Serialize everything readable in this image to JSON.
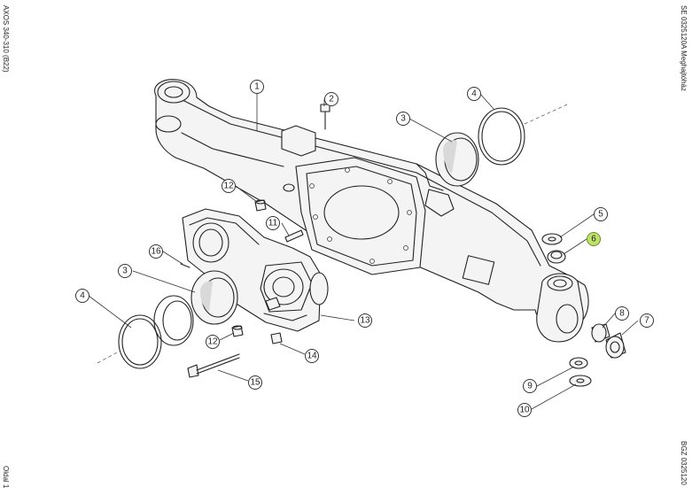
{
  "margin_texts": {
    "top_left": "AXOS 340-310 (B22)",
    "top_right": "SE 0325120A Meghajtóház",
    "bottom_left": "Oldal 1",
    "bottom_right": "BGZ 0325120"
  },
  "callouts": [
    {
      "label": "1",
      "highlighted": false
    },
    {
      "label": "2",
      "highlighted": false
    },
    {
      "label": "3",
      "highlighted": false
    },
    {
      "label": "4",
      "highlighted": false
    },
    {
      "label": "5",
      "highlighted": false
    },
    {
      "label": "6",
      "highlighted": true
    },
    {
      "label": "7",
      "highlighted": false
    },
    {
      "label": "8",
      "highlighted": false
    },
    {
      "label": "9",
      "highlighted": false
    },
    {
      "label": "10",
      "highlighted": false
    },
    {
      "label": "11",
      "highlighted": false
    },
    {
      "label": "12",
      "highlighted": false
    },
    {
      "label": "3",
      "highlighted": false
    },
    {
      "label": "16",
      "highlighted": false
    },
    {
      "label": "4",
      "highlighted": false
    },
    {
      "label": "12",
      "highlighted": false
    },
    {
      "label": "13",
      "highlighted": false
    },
    {
      "label": "14",
      "highlighted": false
    },
    {
      "label": "15",
      "highlighted": false
    }
  ],
  "colors": {
    "highlight": "#bfe26a",
    "line": "#222222"
  }
}
